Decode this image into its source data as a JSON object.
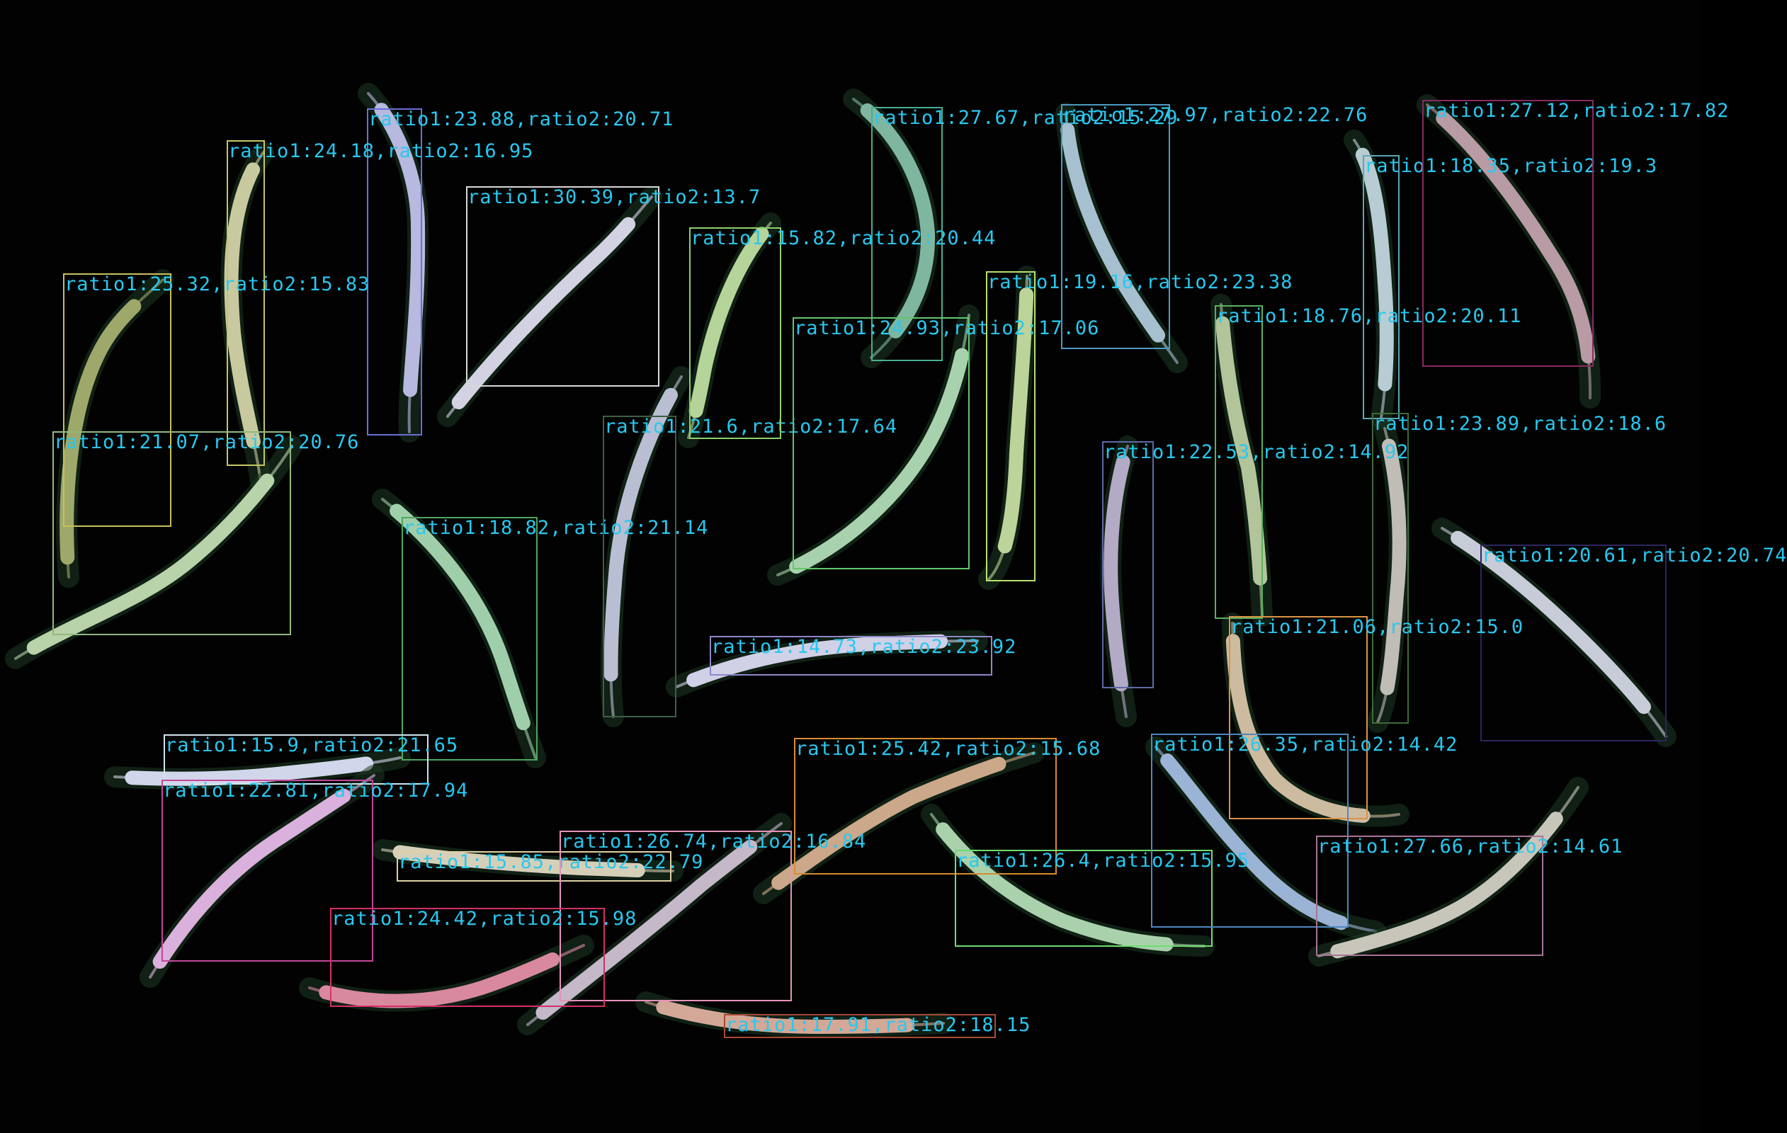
{
  "label_color": "#29c8f0",
  "background": "#020202",
  "detections": [
    {
      "label": "ratio1:23.88,ratio2:20.71",
      "box_color": "#6a6fd8",
      "pod_color": "#b7b9de"
    },
    {
      "label": "ratio1:24.18,ratio2:16.95",
      "box_color": "#c6c664",
      "pod_color": "#c9c9a0"
    },
    {
      "label": "ratio1:30.39,ratio2:13.7",
      "box_color": "#d8d8d8",
      "pod_color": "#d2d2e2"
    },
    {
      "label": "ratio1:25.32,ratio2:15.83",
      "box_color": "#c8c05a",
      "pod_color": "#9da86a"
    },
    {
      "label": "ratio1:21.07,ratio2:20.76",
      "box_color": "#93b87f",
      "pod_color": "#b8d2a9"
    },
    {
      "label": "ratio1:18.82,ratio2:21.14",
      "box_color": "#4ea65e",
      "pod_color": "#9fcfaa"
    },
    {
      "label": "ratio1:21.6,ratio2:17.64",
      "box_color": "#3f5e45",
      "pod_color": "#b9bed2"
    },
    {
      "label": "ratio1:15.82,ratio2:20.44",
      "box_color": "#8ecf6a",
      "pod_color": "#b4d49a"
    },
    {
      "label": "ratio1:27.67,ratio2:15.29",
      "box_color": "#48b094",
      "pod_color": "#7fb6a0"
    },
    {
      "label": "ratio1:24.93,ratio2:17.06",
      "box_color": "#64c66a",
      "pod_color": "#a8d2ad"
    },
    {
      "label": "ratio1:19.16,ratio2:23.38",
      "box_color": "#b8e070",
      "pod_color": "#bcd39a"
    },
    {
      "label": "ratio1:27.97,ratio2:22.76",
      "box_color": "#4e9ac2",
      "pod_color": "#a7c0d0"
    },
    {
      "label": "ratio1:18.76,ratio2:20.11",
      "box_color": "#59b060",
      "pod_color": "#b2c49a"
    },
    {
      "label": "ratio1:18.35,ratio2:19.3",
      "box_color": "#5aa8b5",
      "pod_color": "#b8ccd4"
    },
    {
      "label": "ratio1:27.12,ratio2:17.82",
      "box_color": "#8a2a62",
      "pod_color": "#b89ba4"
    },
    {
      "label": "ratio1:22.53,ratio2:14.92",
      "box_color": "#5e6aa8",
      "pod_color": "#b3aac5"
    },
    {
      "label": "ratio1:23.89,ratio2:18.6",
      "box_color": "#3f6a3a",
      "pod_color": "#c0bcb6"
    },
    {
      "label": "ratio1:20.61,ratio2:20.74",
      "box_color": "#2b2660",
      "pod_color": "#c8ccd8"
    },
    {
      "label": "ratio1:14.73,ratio2:23.92",
      "box_color": "#8e88c8",
      "pod_color": "#d0d0e6"
    },
    {
      "label": "ratio1:21.06,ratio2:15.0",
      "box_color": "#d89448",
      "pod_color": "#cdbba0"
    },
    {
      "label": "ratio1:15.9,ratio2:21.65",
      "box_color": "#cde4ee",
      "pod_color": "#d2d6ea"
    },
    {
      "label": "ratio1:22.81,ratio2:17.94",
      "box_color": "#c2489a",
      "pod_color": "#dab0dc"
    },
    {
      "label": "ratio1:15.85,ratio2:22.79",
      "box_color": "#e0cfa4",
      "pod_color": "#d6cfb8"
    },
    {
      "label": "ratio1:26.74,ratio2:16.84",
      "box_color": "#e594bc",
      "pod_color": "#c5b8c8"
    },
    {
      "label": "ratio1:24.42,ratio2:15.98",
      "box_color": "#d4306a",
      "pod_color": "#d9899e"
    },
    {
      "label": "ratio1:25.42,ratio2:15.68",
      "box_color": "#d88c2e",
      "pod_color": "#cba889"
    },
    {
      "label": "ratio1:26.4,ratio2:15.95",
      "box_color": "#70dc70",
      "pod_color": "#a9d2ac"
    },
    {
      "label": "ratio1:26.35,ratio2:14.42",
      "box_color": "#4f87c2",
      "pod_color": "#9bb3d4"
    },
    {
      "label": "ratio1:27.66,ratio2:14.61",
      "box_color": "#a87496",
      "pod_color": "#c8c6ba"
    },
    {
      "label": "ratio1:17.91,ratio2:18.15",
      "box_color": "#a84a32",
      "pod_color": "#d4a897"
    }
  ]
}
